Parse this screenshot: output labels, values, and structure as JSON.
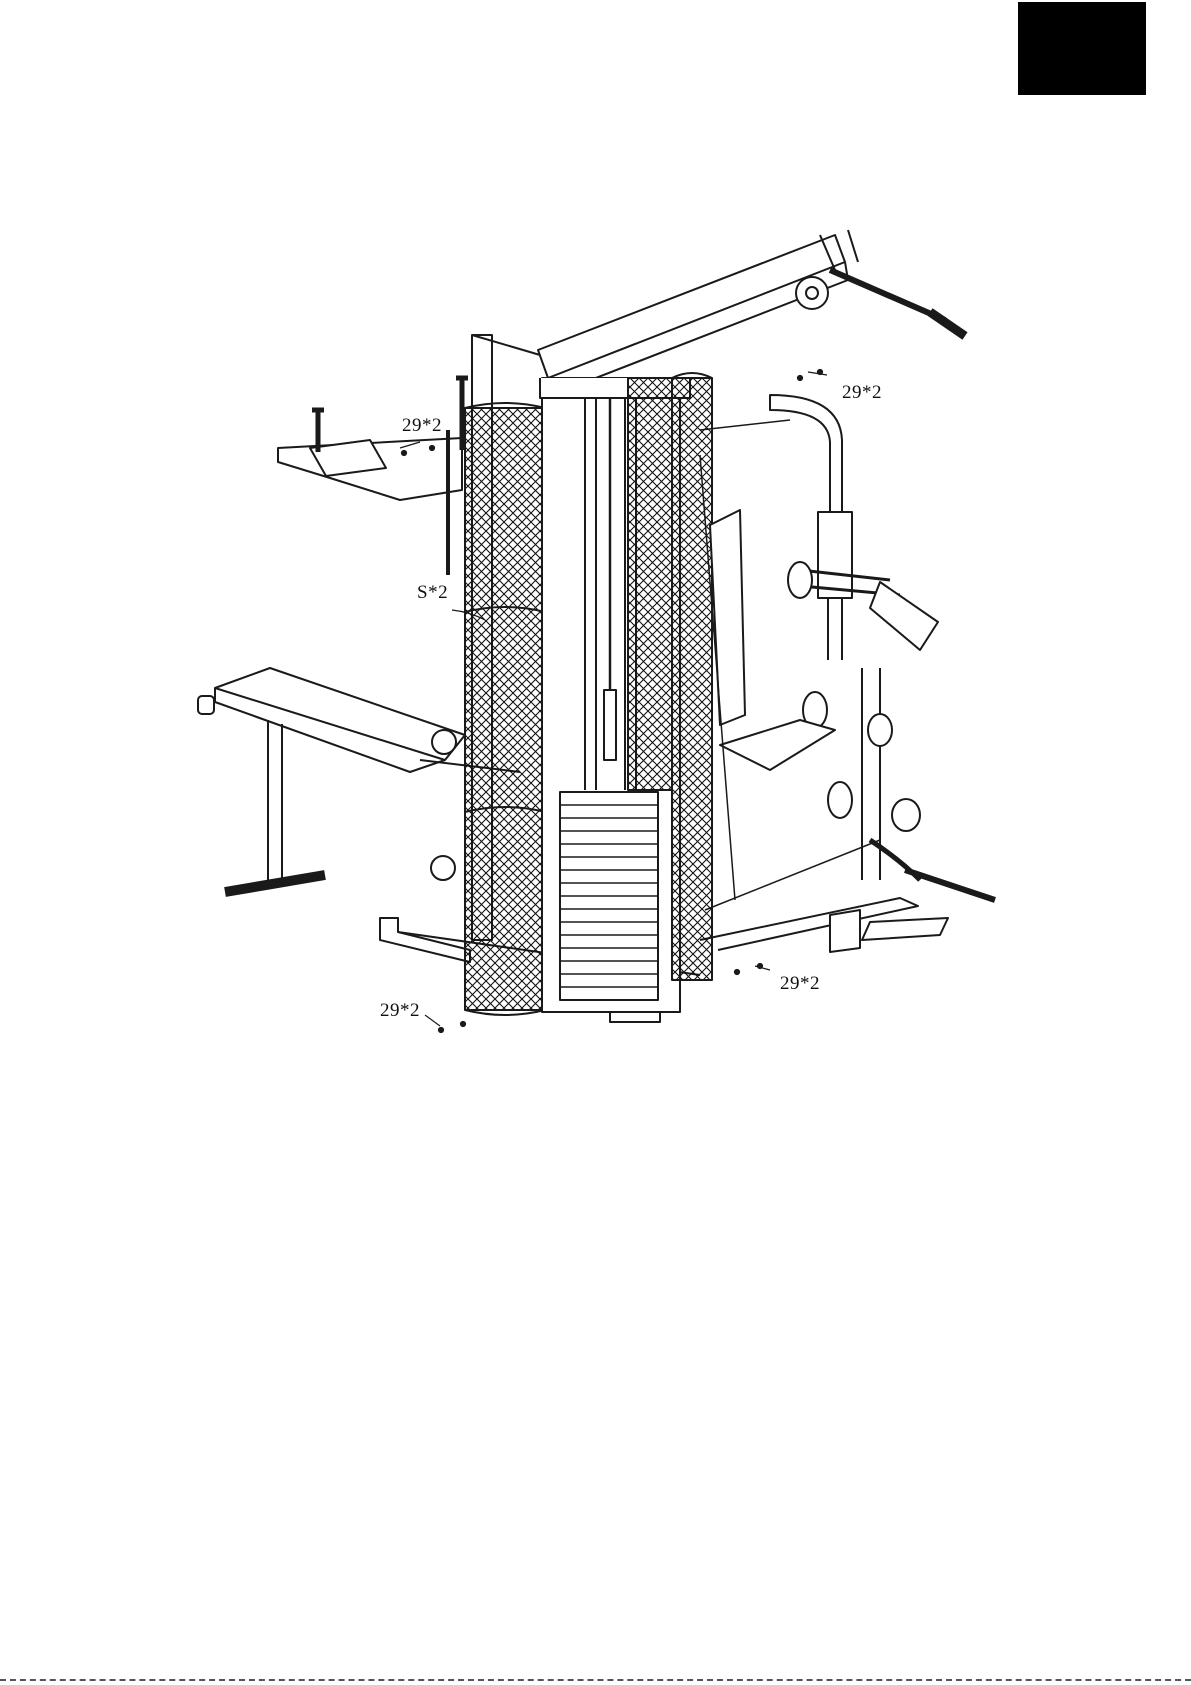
{
  "callouts": {
    "top_right": "29*2",
    "upper_left": "29*2",
    "middle_left": "S*2",
    "bottom_right": "29*2",
    "bottom_left": "29*2"
  },
  "colors": {
    "ink": "#1a1a1a",
    "paper": "#ffffff",
    "tab": "#000000"
  }
}
